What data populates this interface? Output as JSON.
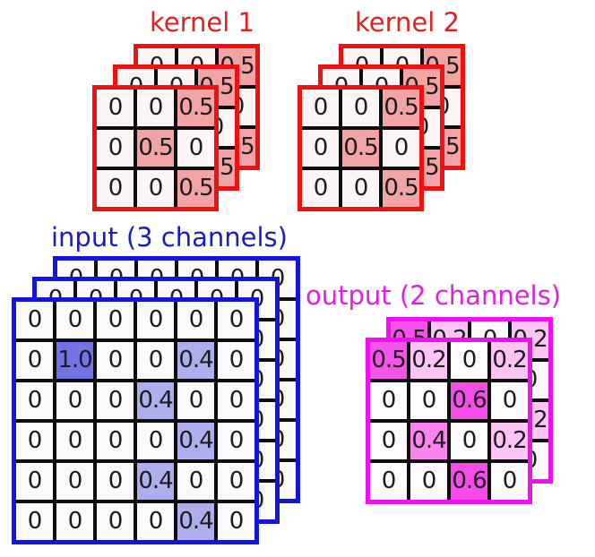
{
  "kernel1": {
    "title": "kernel 1",
    "title_color": "#dd2222",
    "frame_color": "#ee1111",
    "grid_line_color": "#0d0d0d",
    "channels": 3,
    "matrix": [
      [
        "0",
        "0",
        "0.5"
      ],
      [
        "0",
        "0.5",
        "0"
      ],
      [
        "0",
        "0",
        "0.5"
      ]
    ],
    "value_colors": {
      "0": "#fbf6f5",
      "0.5": "#f2a3a3"
    }
  },
  "kernel2": {
    "title": "kernel 2",
    "title_color": "#dd2222",
    "frame_color": "#ee1111",
    "grid_line_color": "#0d0d0d",
    "channels": 3,
    "matrix": [
      [
        "0",
        "0",
        "0.5"
      ],
      [
        "0",
        "0.5",
        "0"
      ],
      [
        "0",
        "0",
        "0.5"
      ]
    ],
    "value_colors": {
      "0": "#fbf6f5",
      "0.5": "#f2a3a3"
    }
  },
  "input": {
    "title": "input (3 channels)",
    "title_color": "#1c1cb8",
    "frame_color": "#1414dd",
    "grid_line_color": "#0d0d0d",
    "channels": 3,
    "matrix": [
      [
        "0",
        "0",
        "0",
        "0",
        "0",
        "0"
      ],
      [
        "0",
        "1.0",
        "0",
        "0",
        "0.4",
        "0"
      ],
      [
        "0",
        "0",
        "0",
        "0.4",
        "0",
        "0"
      ],
      [
        "0",
        "0",
        "0",
        "0",
        "0.4",
        "0"
      ],
      [
        "0",
        "0",
        "0",
        "0.4",
        "0",
        "0"
      ],
      [
        "0",
        "0",
        "0",
        "0",
        "0.4",
        "0"
      ]
    ],
    "value_colors": {
      "0": "#fafafc",
      "1.0": "#7373e8",
      "0.4": "#aeaeef"
    }
  },
  "output": {
    "title": "output (2 channels)",
    "title_color": "#dd22dd",
    "frame_color": "#ee11ee",
    "grid_line_color": "#0d0d0d",
    "channels": 2,
    "matrix": [
      [
        "0.5",
        "0.2",
        "0",
        "0.2"
      ],
      [
        "0",
        "0",
        "0.6",
        "0"
      ],
      [
        "0",
        "0.4",
        "0",
        "0.2"
      ],
      [
        "0",
        "0",
        "0.6",
        "0"
      ]
    ],
    "value_colors": {
      "0": "#fdfbfd",
      "0.5": "#f653ea",
      "0.6": "#f64dea",
      "0.4": "#f884ef",
      "0.2": "#fbc4f5"
    }
  },
  "cell_text_color": "#1c1c1c"
}
